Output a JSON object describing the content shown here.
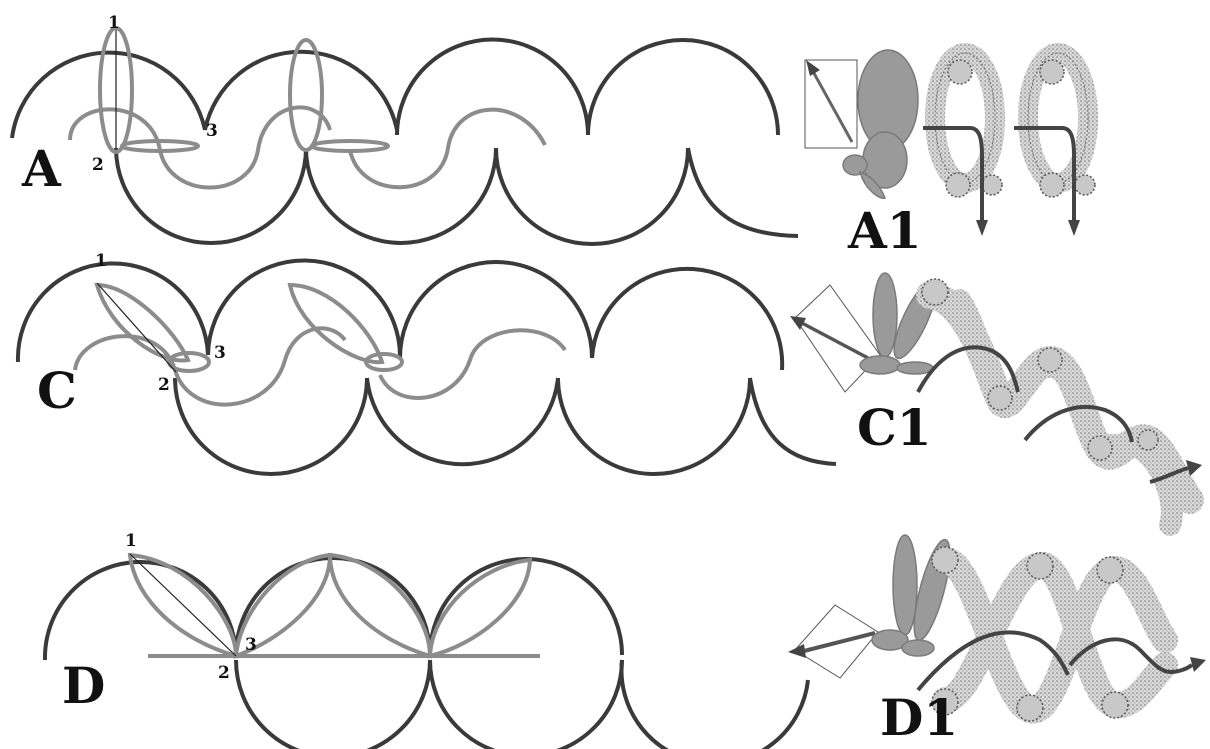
{
  "panels": [
    {
      "label": "A",
      "points": [
        "1",
        "2",
        "3"
      ]
    },
    {
      "label": "C",
      "points": [
        "1",
        "2",
        "3"
      ]
    },
    {
      "label": "D",
      "points": [
        "1",
        "2",
        "3"
      ]
    }
  ],
  "insets": [
    {
      "label": "A1"
    },
    {
      "label": "C1"
    },
    {
      "label": "D1"
    }
  ]
}
